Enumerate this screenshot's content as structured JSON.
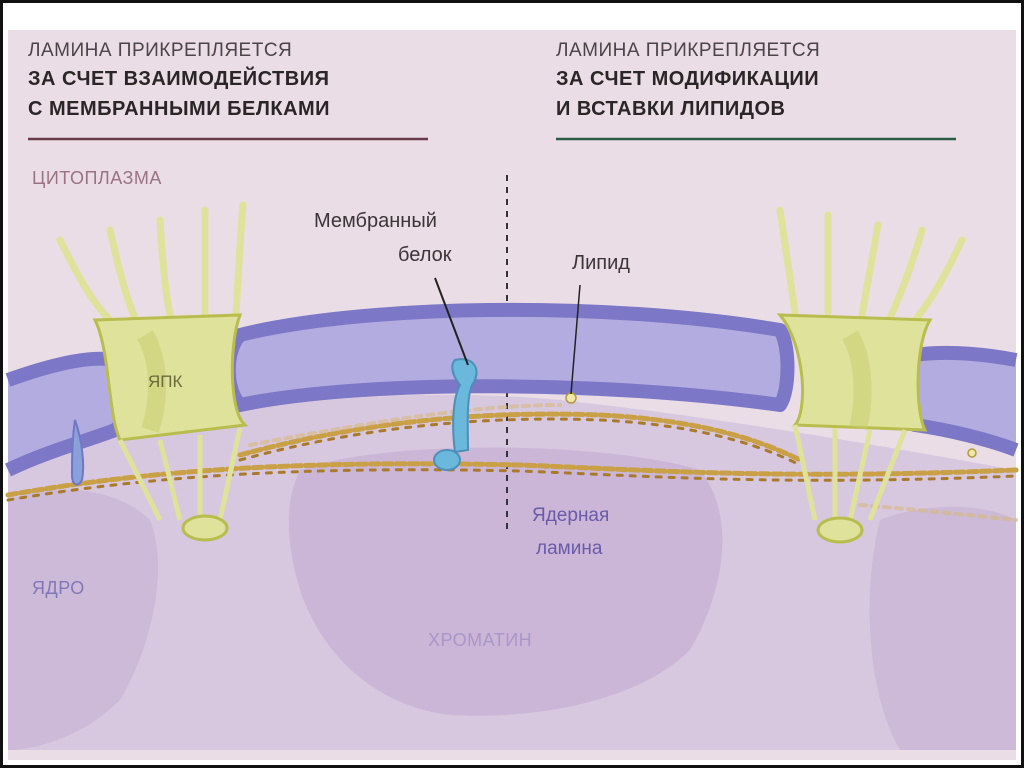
{
  "left_header": {
    "line1": "ЛАМИНА ПРИКРЕПЛЯЕТСЯ",
    "line2": "ЗА СЧЕТ ВЗАИМОДЕЙСТВИЯ",
    "line3": "С МЕМБРАННЫМИ БЕЛКАМИ"
  },
  "right_header": {
    "line1": "ЛАМИНА ПРИКРЕПЛЯЕТСЯ",
    "line2": "ЗА СЧЕТ МОДИФИКАЦИИ",
    "line3": "И ВСТАВКИ ЛИПИДОВ"
  },
  "labels": {
    "cytoplasm": "ЦИТОПЛАЗМА",
    "membrane_protein_1": "Мембранный",
    "membrane_protein_2": "белок",
    "lipid": "Липид",
    "npc": "ЯПК",
    "nuclear_lamina_1": "Ядерная",
    "nuclear_lamina_2": "ламина",
    "nucleus": "ЯДРО",
    "chromatin": "ХРОМАТИН"
  },
  "colors": {
    "background": "#ebdde6",
    "nucleus_fill": "#d6c6e0",
    "chromatin_fill": "#c6b3d6",
    "membrane": "#7c77c6",
    "membrane_inner": "#b3ace0",
    "npc": "#dfe29a",
    "npc_stroke": "#b8bd4e",
    "lamina": "#c9a046",
    "protein": "#6ab8dc",
    "label_purple": "#6a5aa8"
  }
}
